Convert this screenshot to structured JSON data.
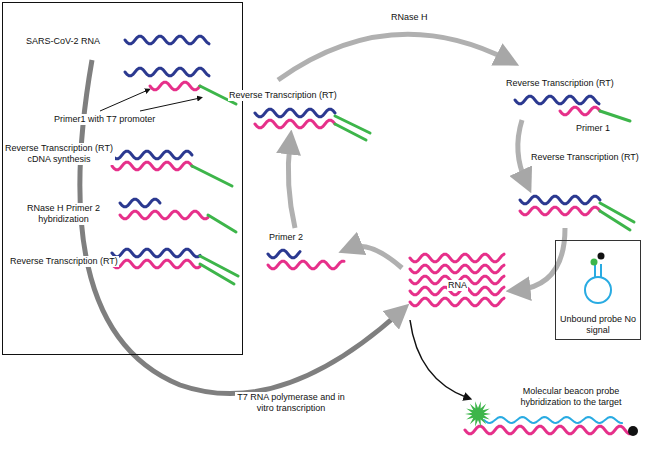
{
  "diagram": {
    "nodes": [
      {
        "text": [
          "SARS-CoV-2 RNA",
          "Primer1 with T7 promoter",
          "Reverse Transcription (RT) cDNA synthesis",
          "RNase H Primer 2 hybridization",
          "Reverse Transcription (RT)"
        ]
      },
      {
        "text": [
          "Unbound probe No signal"
        ]
      }
    ],
    "labels": [
      "RNase H",
      "Reverse Transcription (RT)",
      "Reverse Transcription (RT)",
      "Primer 1",
      "Reverse Transcription (RT)",
      "Primer 2",
      "RNA",
      "T7 RNA polymerase and in vitro transcription",
      "Molecular beacon probe hybridization to the target"
    ]
  }
}
